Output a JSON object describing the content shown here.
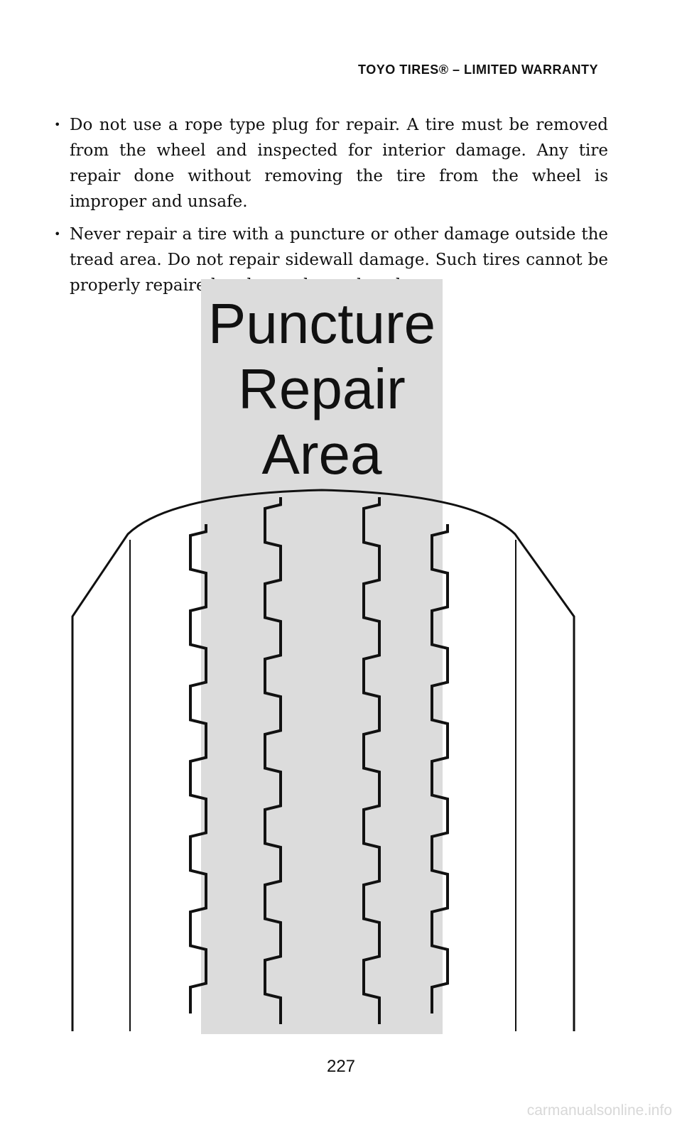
{
  "header": {
    "running_title": "TOYO TIRES® – LIMITED WARRANTY"
  },
  "bullets": [
    {
      "marker": "•",
      "text": "Do not use a rope type plug for repair. A tire must be removed from the wheel and inspected for interior damage. Any tire repair done without removing the tire from the wheel is improper and unsafe."
    },
    {
      "marker": "•",
      "text": "Never repair a tire with a puncture or other damage outside the tread area. Do not repair sidewall damage. Such tires cannot be properly repaired and must be replaced."
    }
  ],
  "diagram": {
    "label_line1": "Puncture",
    "label_line2": "Repair",
    "label_line3": "Area",
    "shade_color": "#dcdcdc",
    "line_color": "#111111"
  },
  "footer": {
    "page_number": "227",
    "watermark": "carmanualsonline.info"
  }
}
